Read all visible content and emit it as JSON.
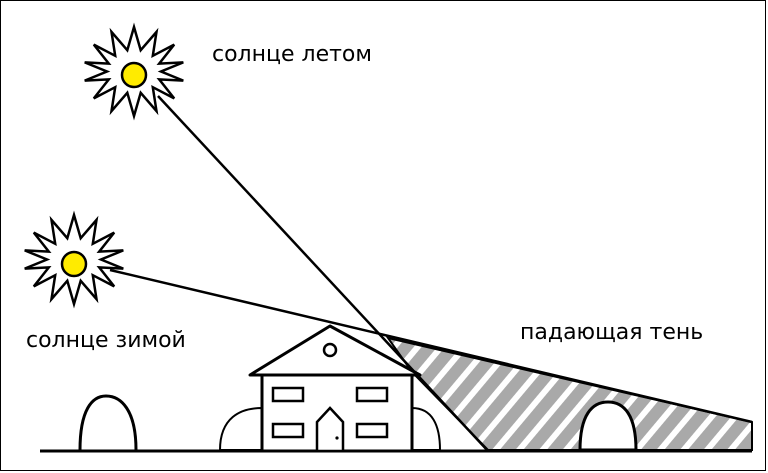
{
  "labels": {
    "summer_sun": "солнце летом",
    "winter_sun": "солнце зимой",
    "shadow": "падающая тень"
  },
  "colors": {
    "sun_fill": "#ffeb00",
    "line": "#000000",
    "shadow_fill": "#a9a9a9",
    "shadow_hatch": "#ffffff",
    "background": "#ffffff"
  },
  "icons": {
    "summer_sun": "sun-icon",
    "winter_sun": "sun-icon"
  }
}
